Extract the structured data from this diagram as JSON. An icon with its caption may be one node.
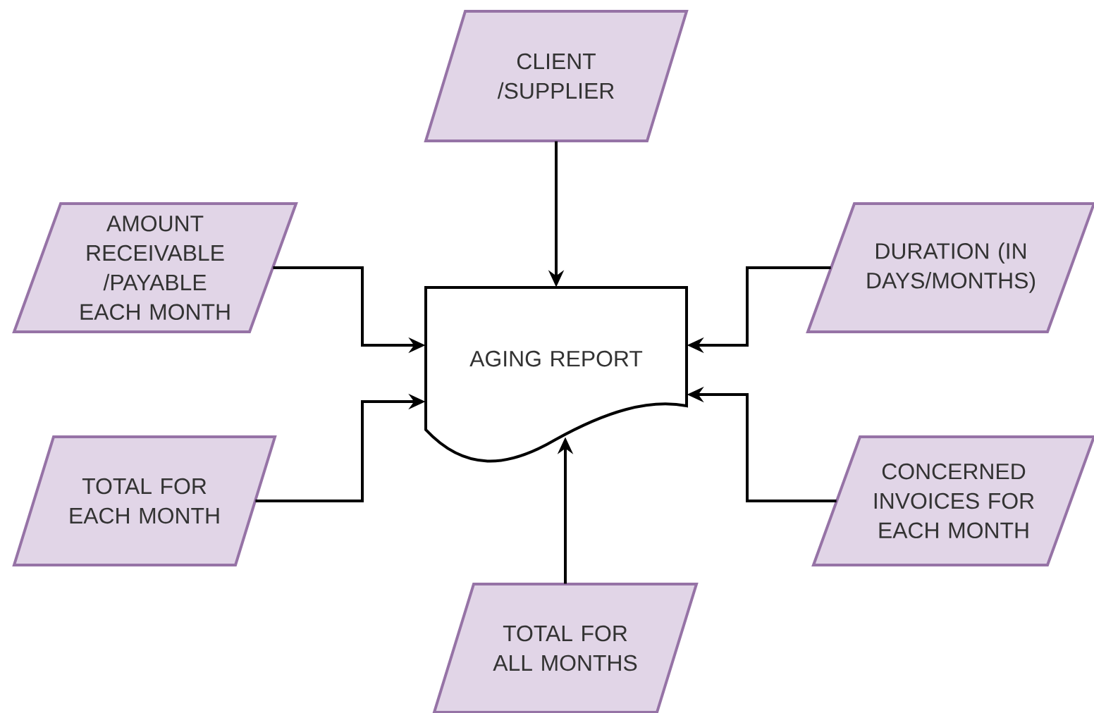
{
  "diagram": {
    "nodes": [
      {
        "text": [
          "CLIENT /SUPPLIER"
        ]
      },
      {
        "text": [
          "AMOUNT RECEIVABLE /PAYABLE EACH MONTH"
        ]
      },
      {
        "text": [
          "DURATION (IN DAYS/MONTHS)"
        ]
      },
      {
        "text": [
          "AGING REPORT"
        ]
      },
      {
        "text": [
          "TOTAL FOR EACH MONTH"
        ]
      },
      {
        "text": [
          "CONCERNED INVOICES FOR EACH MONTH"
        ]
      },
      {
        "text": [
          "TOTAL FOR ALL MONTHS"
        ]
      }
    ],
    "edges": [
      {
        "from": 0,
        "to": 3,
        "arrow": "to"
      },
      {
        "from": 1,
        "to": 3,
        "arrow": "to"
      },
      {
        "from": 2,
        "to": 3,
        "arrow": "to"
      },
      {
        "from": 4,
        "to": 3,
        "arrow": "to"
      },
      {
        "from": 5,
        "to": 3,
        "arrow": "to"
      },
      {
        "from": 6,
        "to": 3,
        "arrow": "to"
      }
    ]
  }
}
